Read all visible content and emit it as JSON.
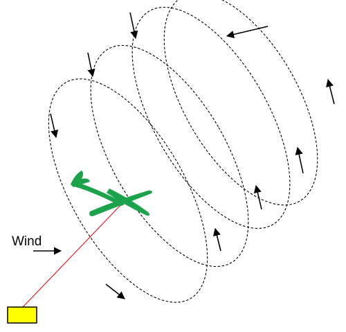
{
  "labels": {
    "wind": "Wind"
  },
  "colors": {
    "kite": "#1aa34a",
    "tether": "#e02020",
    "ground_station_fill": "#ffff00",
    "ground_station_stroke": "#000000",
    "flight_path": "#000000",
    "arrows": "#000000"
  },
  "elements": {
    "kite": "glider-kite-icon",
    "ground_station": "ground-station-box",
    "tether": "tether-line",
    "flight_path": "dashed-loop-trajectories",
    "flight_direction": "direction-arrows",
    "wind_direction": "wind-arrow"
  }
}
